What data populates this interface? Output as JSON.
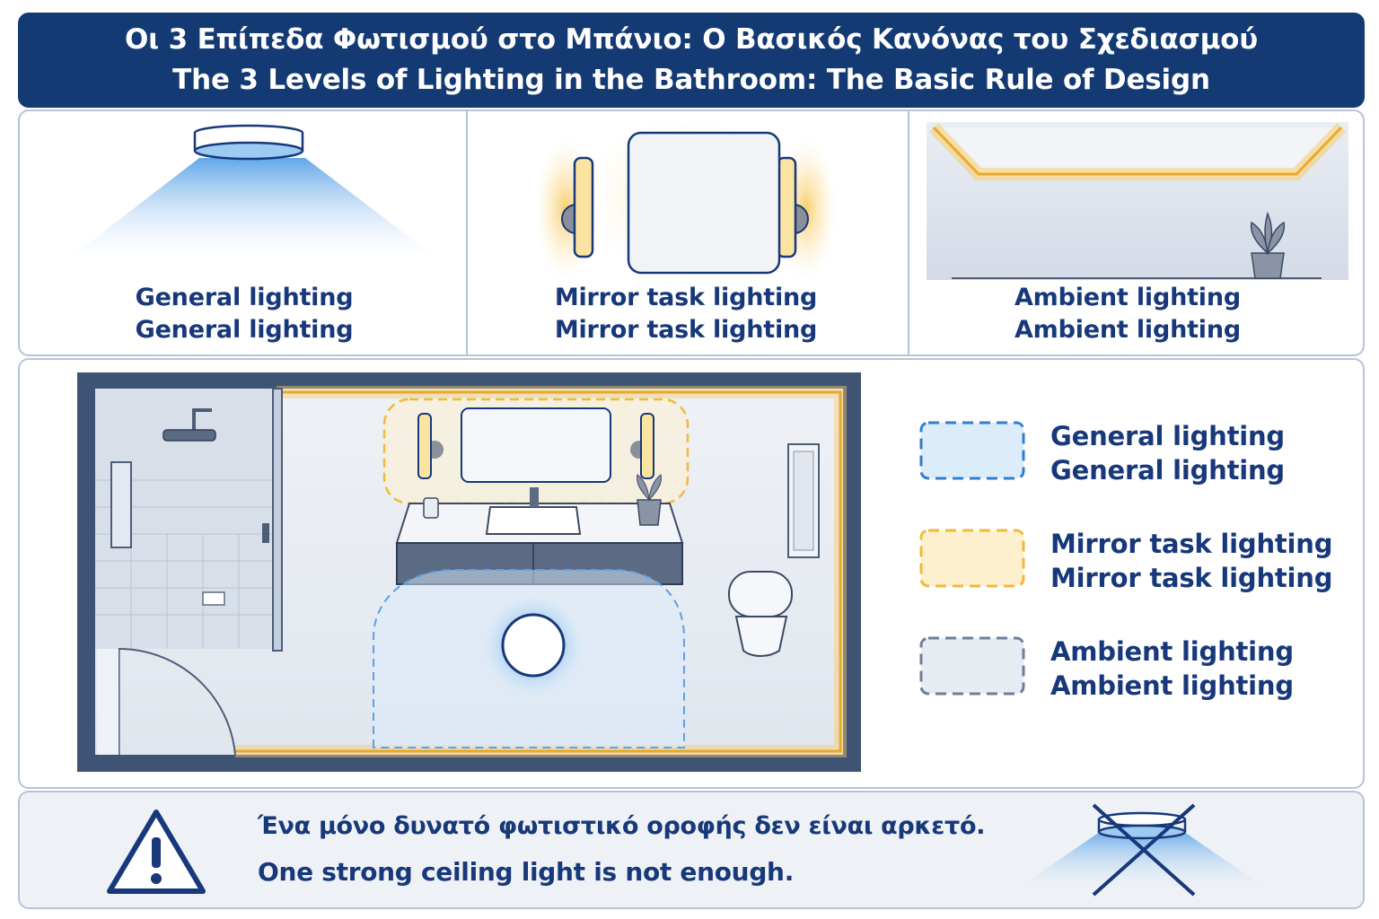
{
  "header": {
    "title_greek": "Οι 3 Επίπεδα Φωτισμού στο Μπάνιο: Ο Βασικός Κανόνας του Σχεδιασμού",
    "title_english": "The 3 Levels of Lighting in the Bathroom: The Basic Rule of Design"
  },
  "cards": [
    {
      "line1": "General lighting",
      "line2": "General lighting",
      "icon": "ceiling-light-icon"
    },
    {
      "line1": "Mirror task lighting",
      "line2": "Mirror task lighting",
      "icon": "mirror-sconces-icon"
    },
    {
      "line1": "Ambient lighting",
      "line2": "Ambient lighting",
      "icon": "cove-lighting-icon"
    }
  ],
  "legend": [
    {
      "line1": "General lighting",
      "line2": "General lighting",
      "color": "#2f7fd0",
      "fill": "#dcecfb"
    },
    {
      "line1": "Mirror task lighting",
      "line2": "Mirror task lighting",
      "color": "#f2b93b",
      "fill": "#fdf0cf"
    },
    {
      "line1": "Ambient lighting",
      "line2": "Ambient lighting",
      "color": "#6c7f9c",
      "fill": "#e7ebf2"
    }
  ],
  "warning": {
    "greek": "Ένα μόνο δυνατό φωτιστικό οροφής δεν είναι αρκετό.",
    "english": "One strong ceiling light is not enough.",
    "icon": "warning-triangle-icon",
    "crossed_icon": "crossed-out-ceiling-light-icon"
  },
  "colors": {
    "navy": "#133a72",
    "text": "#17387a",
    "warm_light": "#f2b93b",
    "cool_light": "#2f7fd0",
    "border": "#b7c3d6"
  }
}
